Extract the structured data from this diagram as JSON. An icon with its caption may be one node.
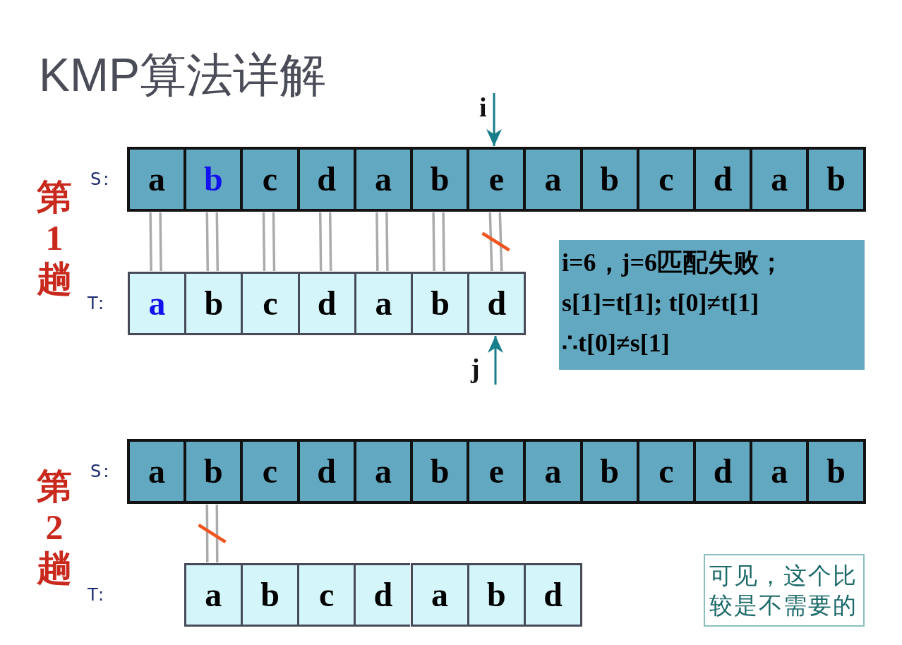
{
  "diagram": {
    "title": "KMP算法详解",
    "nodes": [
      {
        "text": [
          "S:"
        ]
      },
      {
        "text": [
          "a"
        ],
        "in": 0
      },
      {
        "text": [
          "b"
        ],
        "in": 0
      },
      {
        "text": [
          "c"
        ],
        "in": 0
      },
      {
        "text": [
          "d"
        ],
        "in": 0
      },
      {
        "text": [
          "a"
        ],
        "in": 0
      },
      {
        "text": [
          "b"
        ],
        "in": 0
      },
      {
        "text": [
          "e"
        ],
        "in": 0
      },
      {
        "text": [
          "a"
        ],
        "in": 0
      },
      {
        "text": [
          "b"
        ],
        "in": 0
      },
      {
        "text": [
          "c"
        ],
        "in": 0
      },
      {
        "text": [
          "d"
        ],
        "in": 0
      },
      {
        "text": [
          "a"
        ],
        "in": 0
      },
      {
        "text": [
          "b"
        ],
        "in": 0
      },
      {
        "text": [
          "T:"
        ]
      },
      {
        "text": [
          "a"
        ],
        "in": 14
      },
      {
        "text": [
          "b"
        ],
        "in": 14
      },
      {
        "text": [
          "c"
        ],
        "in": 14
      },
      {
        "text": [
          "d"
        ],
        "in": 14
      },
      {
        "text": [
          "a"
        ],
        "in": 14
      },
      {
        "text": [
          "b"
        ],
        "in": 14
      },
      {
        "text": [
          "d"
        ],
        "in": 14
      },
      {
        "text": [
          "i=6，j=6匹配失败； s[1]=t[1]; t[0]≠t[1] ∴t[0]≠s[1]"
        ]
      },
      {
        "text": [
          "S:"
        ]
      },
      {
        "text": [
          "a"
        ],
        "in": 23
      },
      {
        "text": [
          "b"
        ],
        "in": 23
      },
      {
        "text": [
          "c"
        ],
        "in": 23
      },
      {
        "text": [
          "d"
        ],
        "in": 23
      },
      {
        "text": [
          "a"
        ],
        "in": 23
      },
      {
        "text": [
          "b"
        ],
        "in": 23
      },
      {
        "text": [
          "e"
        ],
        "in": 23
      },
      {
        "text": [
          "a"
        ],
        "in": 23
      },
      {
        "text": [
          "b"
        ],
        "in": 23
      },
      {
        "text": [
          "c"
        ],
        "in": 23
      },
      {
        "text": [
          "d"
        ],
        "in": 23
      },
      {
        "text": [
          "a"
        ],
        "in": 23
      },
      {
        "text": [
          "b"
        ],
        "in": 23
      },
      {
        "text": [
          "T:"
        ]
      },
      {
        "text": [
          "a"
        ],
        "in": 37
      },
      {
        "text": [
          "b"
        ],
        "in": 37
      },
      {
        "text": [
          "c"
        ],
        "in": 37
      },
      {
        "text": [
          "d"
        ],
        "in": 37
      },
      {
        "text": [
          "a"
        ],
        "in": 37
      },
      {
        "text": [
          "b"
        ],
        "in": 37
      },
      {
        "text": [
          "d"
        ],
        "in": 37
      },
      {
        "text": [
          "可见，这个比较是不需要的"
        ]
      }
    ],
    "edges": [
      {
        "from": null,
        "to": 7,
        "arrow": "to",
        "label": "i",
        "color": "#177e8a"
      },
      {
        "from": 1,
        "to": 15,
        "arrow": "none"
      },
      {
        "from": 2,
        "to": 16,
        "arrow": "none"
      },
      {
        "from": 3,
        "to": 17,
        "arrow": "none"
      },
      {
        "from": 4,
        "to": 18,
        "arrow": "none"
      },
      {
        "from": 5,
        "to": 19,
        "arrow": "none"
      },
      {
        "from": 6,
        "to": 20,
        "arrow": "none"
      },
      {
        "from": 7,
        "to": 21,
        "arrow": "none"
      },
      {
        "from": null,
        "to": 21,
        "arrow": "to",
        "label": "j",
        "color": "#177e8a"
      },
      {
        "from": 25,
        "to": 38,
        "arrow": "none"
      }
    ],
    "labels": [
      "第1趟",
      "第2趟"
    ]
  }
}
